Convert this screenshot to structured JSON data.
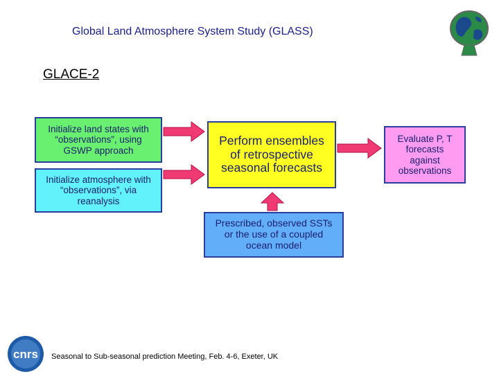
{
  "header": {
    "title": "Global Land Atmosphere System Study (GLASS)"
  },
  "slide": {
    "subtitle": "GLACE-2"
  },
  "diagram": {
    "boxes": {
      "land": "Initialize land states with “observations”, using GSWP approach",
      "atmosphere": "Initialize atmosphere with “observations”, via reanalysis",
      "perform": "Perform ensembles of retrospective seasonal forecasts",
      "evaluate": "Evaluate P, T forecasts against observations",
      "sst": "Prescribed, observed SSTs or the use of a coupled ocean model"
    },
    "colors": {
      "arrow": "#f03a73",
      "border": "#2a3d9c",
      "green": "#69f070",
      "cyan": "#62f2fb",
      "yellow": "#ffff22",
      "pink": "#ff9cf2",
      "blue": "#62aef9"
    }
  },
  "footer": {
    "text": "Seasonal to Sub-seasonal prediction Meeting, Feb. 4-6, Exeter, UK"
  },
  "logos": {
    "left": "cnrs-logo",
    "right": "globe-logo"
  }
}
